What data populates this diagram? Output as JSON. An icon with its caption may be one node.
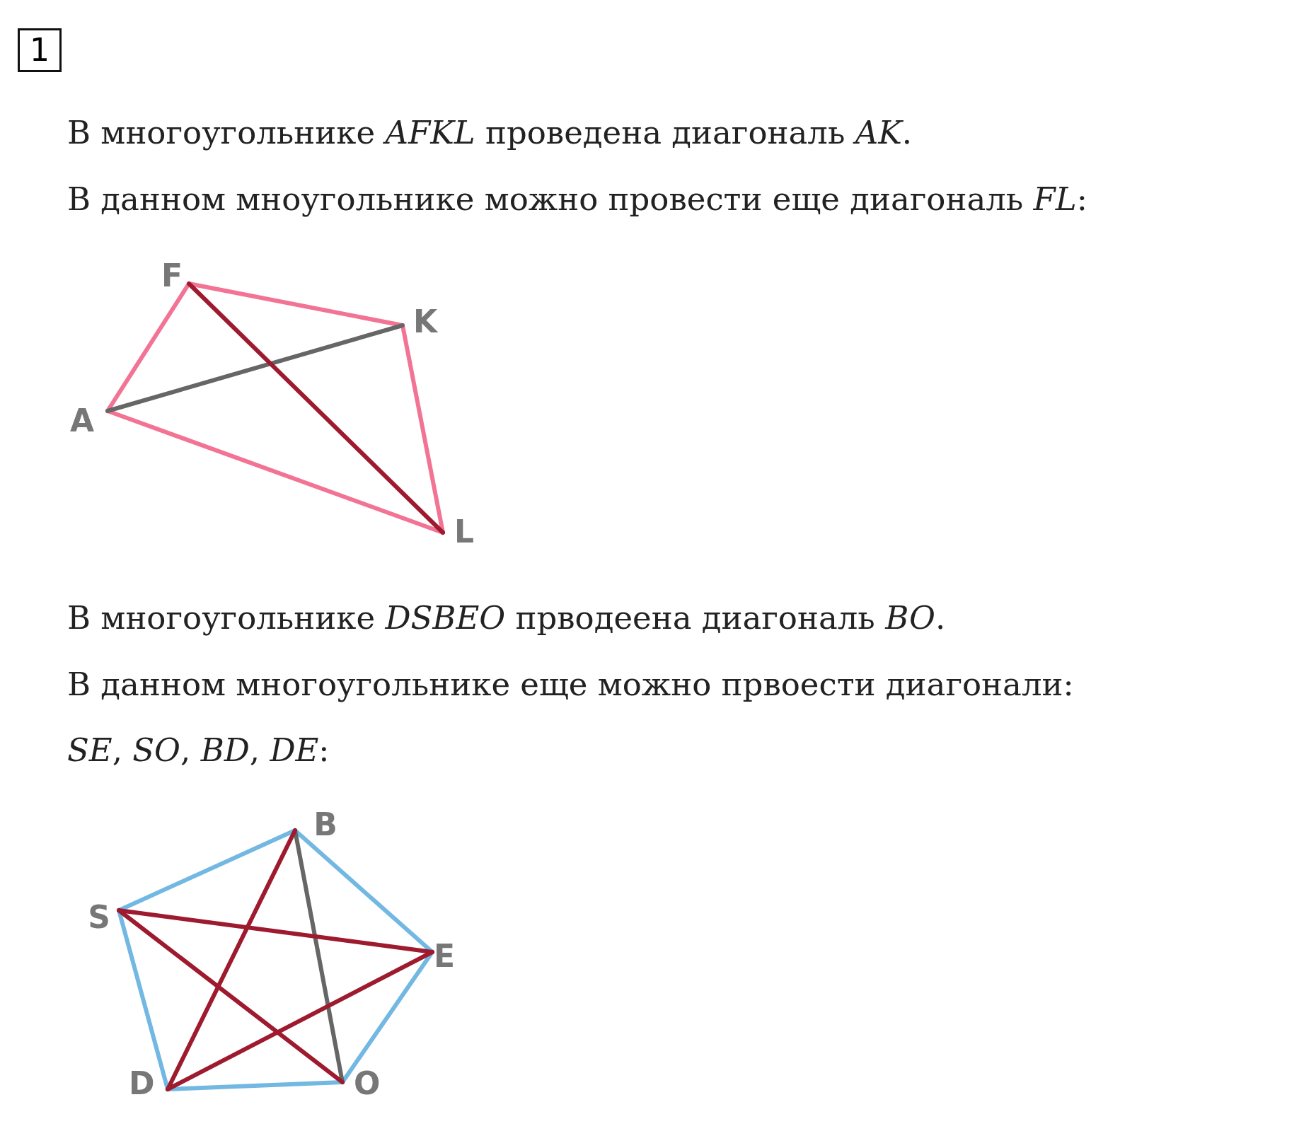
{
  "diagram": {
    "nodes": [
      {
        "text": [
          "F"
        ]
      },
      {
        "text": [
          "K"
        ]
      },
      {
        "text": [
          "A"
        ]
      },
      {
        "text": [
          "L"
        ]
      },
      {
        "text": [
          "B"
        ]
      },
      {
        "text": [
          "S"
        ]
      },
      {
        "text": [
          "E"
        ]
      },
      {
        "text": [
          "D"
        ]
      },
      {
        "text": [
          "O"
        ]
      }
    ],
    "edges": [
      {
        "from": 2,
        "to": 0,
        "arrow": "none",
        "color": "#f27394"
      },
      {
        "from": 0,
        "to": 1,
        "arrow": "none",
        "color": "#f27394"
      },
      {
        "from": 1,
        "to": 3,
        "arrow": "none",
        "color": "#f27394"
      },
      {
        "from": 3,
        "to": 2,
        "arrow": "none",
        "color": "#f27394"
      },
      {
        "from": 2,
        "to": 1,
        "arrow": "none",
        "color": "#666666"
      },
      {
        "from": 0,
        "to": 3,
        "arrow": "none",
        "color": "#9e1a2e"
      },
      {
        "from": 5,
        "to": 4,
        "arrow": "none",
        "color": "#72b8e2"
      },
      {
        "from": 4,
        "to": 6,
        "arrow": "none",
        "color": "#72b8e2"
      },
      {
        "from": 6,
        "to": 8,
        "arrow": "none",
        "color": "#72b8e2"
      },
      {
        "from": 8,
        "to": 7,
        "arrow": "none",
        "color": "#72b8e2"
      },
      {
        "from": 7,
        "to": 5,
        "arrow": "none",
        "color": "#72b8e2"
      },
      {
        "from": 4,
        "to": 8,
        "arrow": "none",
        "color": "#666666"
      },
      {
        "from": 5,
        "to": 6,
        "arrow": "none",
        "color": "#9e1a2e"
      },
      {
        "from": 5,
        "to": 8,
        "arrow": "none",
        "color": "#9e1a2e"
      },
      {
        "from": 4,
        "to": 7,
        "arrow": "none",
        "color": "#9e1a2e"
      },
      {
        "from": 7,
        "to": 6,
        "arrow": "none",
        "color": "#9e1a2e"
      }
    ],
    "labels": [
      "1",
      "В многоугольнике *AFKL* проведена диагональ *AK*.",
      "В данном мноугольнике можно провести еще диагональ *FL*:",
      "В многоугольнике *DSBEO* прводеена диагональ *BO*.",
      "В данном многоугольнике еще можно првоести диагонали:",
      "*SE*, *SO*, *BD*, *DE*:"
    ]
  }
}
